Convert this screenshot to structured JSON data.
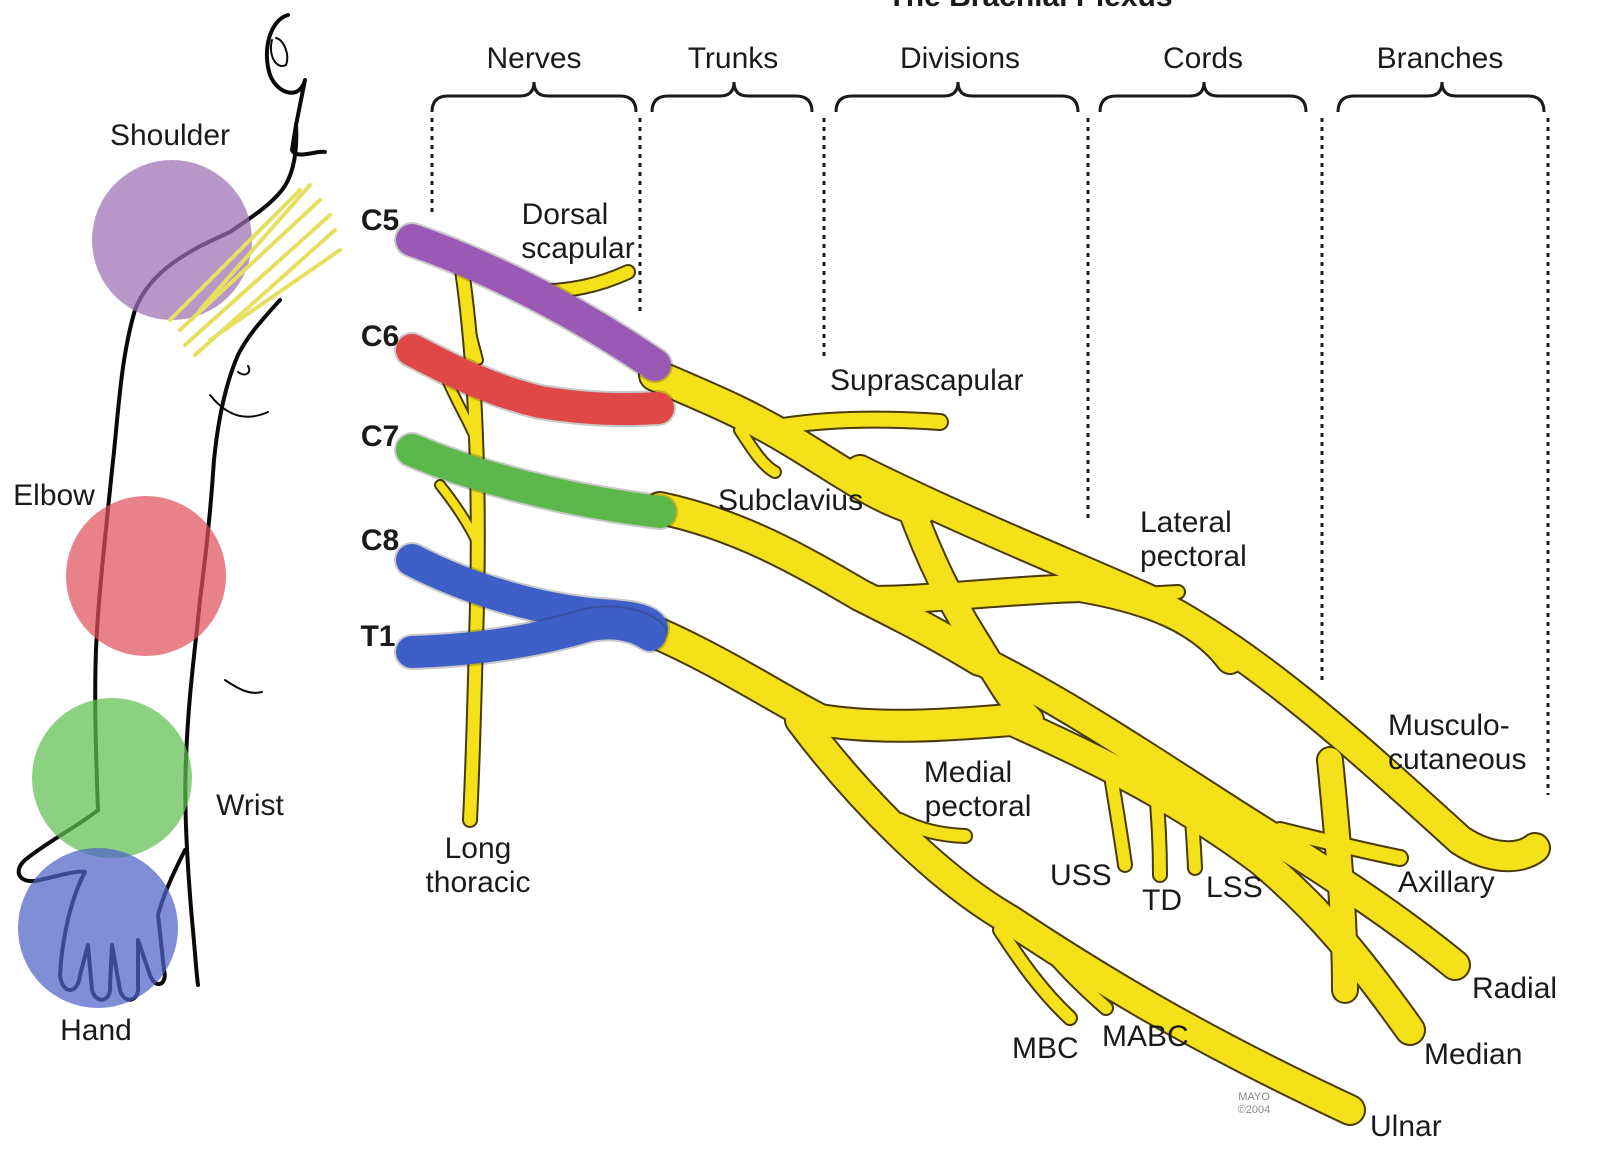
{
  "title": "The Brachial Plexus",
  "columns": [
    "Nerves",
    "Trunks",
    "Divisions",
    "Cords",
    "Branches"
  ],
  "roots": [
    {
      "label": "C5",
      "color": "#9b59b6"
    },
    {
      "label": "C6",
      "color": "#e04848"
    },
    {
      "label": "C7",
      "color": "#5cb84a"
    },
    {
      "label": "C8",
      "color": "#3f5fc8"
    },
    {
      "label": "T1",
      "color": "#3f5fc8"
    }
  ],
  "body_regions": [
    {
      "label": "Shoulder",
      "color": "#9b6fb3"
    },
    {
      "label": "Elbow",
      "color": "#e0505a"
    },
    {
      "label": "Wrist",
      "color": "#5fbf50"
    },
    {
      "label": "Hand",
      "color": "#4d62c8"
    }
  ],
  "nerve_labels": {
    "dorsal_scapular_1": "Dorsal",
    "dorsal_scapular_2": "scapular",
    "suprascapular": "Suprascapular",
    "subclavius": "Subclavius",
    "lateral_pectoral_1": "Lateral",
    "lateral_pectoral_2": "pectoral",
    "musculocutaneous_1": "Musculo-",
    "musculocutaneous_2": "cutaneous",
    "medial_pectoral_1": "Medial",
    "medial_pectoral_2": "pectoral",
    "long_thoracic_1": "Long",
    "long_thoracic_2": "thoracic",
    "uss": "USS",
    "td": "TD",
    "lss": "LSS",
    "axillary": "Axillary",
    "radial": "Radial",
    "median": "Median",
    "ulnar": "Ulnar",
    "mbc": "MBC",
    "mabc": "MABC"
  },
  "credit": {
    "line1": "MAYO",
    "line2": "©2004"
  },
  "colors": {
    "nerve_yellow": "#f5e11a",
    "nerve_outline": "#4a3a00"
  }
}
